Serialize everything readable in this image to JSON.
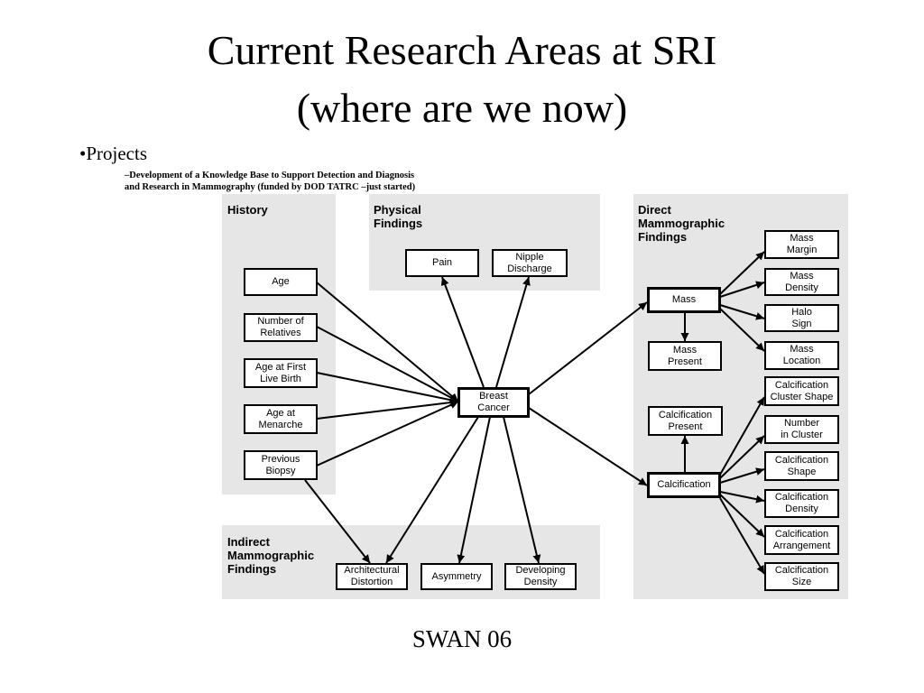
{
  "slide": {
    "title_line1": "Current Research Areas at SRI",
    "title_line2": "(where are we now)",
    "bullet": "•Projects",
    "subbullet_line1": "–Development of a Knowledge Base to Support Detection and Diagnosis",
    "subbullet_line2": "and Research in Mammography (funded by DOD TATRC –just started)",
    "footer": "SWAN 06"
  },
  "diagram": {
    "regions": {
      "history": "History",
      "physical": "Physical\nFindings",
      "direct": "Direct\nMammographic\nFindings",
      "indirect": "Indirect\nMammographic\nFindings"
    },
    "nodes": {
      "age": "Age",
      "relatives": "Number of\nRelatives",
      "first_birth": "Age at First\nLive Birth",
      "menarche": "Age at\nMenarche",
      "biopsy": "Previous\nBiopsy",
      "pain": "Pain",
      "nipple": "Nipple\nDischarge",
      "breast_cancer": "Breast\nCancer",
      "mass": "Mass",
      "mass_present": "Mass\nPresent",
      "mass_margin": "Mass\nMargin",
      "mass_density": "Mass\nDensity",
      "halo": "Halo\nSign",
      "mass_location": "Mass\nLocation",
      "calc_present": "Calcification\nPresent",
      "calcification": "Calcification",
      "calc_cluster_shape": "Calcification\nCluster Shape",
      "number_in_cluster": "Number\nin Cluster",
      "calc_shape": "Calcification\nShape",
      "calc_density": "Calcification\nDensity",
      "calc_arrangement": "Calcification\nArrangement",
      "calc_size": "Calcification\nSize",
      "arch_distortion": "Architectural\nDistortion",
      "asymmetry": "Asymmetry",
      "developing_density": "Developing\nDensity"
    }
  }
}
